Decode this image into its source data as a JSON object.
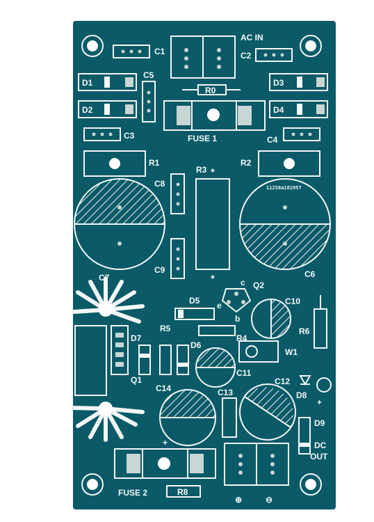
{
  "board": {
    "board_color": "#0a5a68",
    "silkscreen_color": "#f4f7f7",
    "pad_color": "#c9d6d6"
  },
  "labels": {
    "ac_in": "AC IN",
    "c1": "C1",
    "c2": "C2",
    "c3": "C3",
    "c4": "C4",
    "c5": "C5",
    "c6": "C6",
    "c7": "C7",
    "c8": "C8",
    "c9": "C9",
    "c10": "C10",
    "c11": "C11",
    "c12": "C12",
    "c13": "C13",
    "c14": "C14",
    "d1": "D1",
    "d2": "D2",
    "d3": "D3",
    "d4": "D4",
    "d5": "D5",
    "d6": "D6",
    "d7": "D7",
    "d8": "D8",
    "d9": "D9",
    "r0": "R0",
    "r1": "R1",
    "r2": "R2",
    "r3": "R3",
    "r4": "R4",
    "r5": "R5",
    "r6": "R6",
    "r8": "R8",
    "q1": "Q1",
    "q2": "Q2",
    "w1": "W1",
    "fuse1": "FUSE 1",
    "fuse2": "FUSE 2",
    "dc": "DC",
    "out": "OUT",
    "serial": "11258a181957",
    "pin_c": "c",
    "pin_e": "e",
    "pin_b": "b",
    "plus": "+",
    "circled_plus": "⊕",
    "circled_minus": "⊖"
  }
}
